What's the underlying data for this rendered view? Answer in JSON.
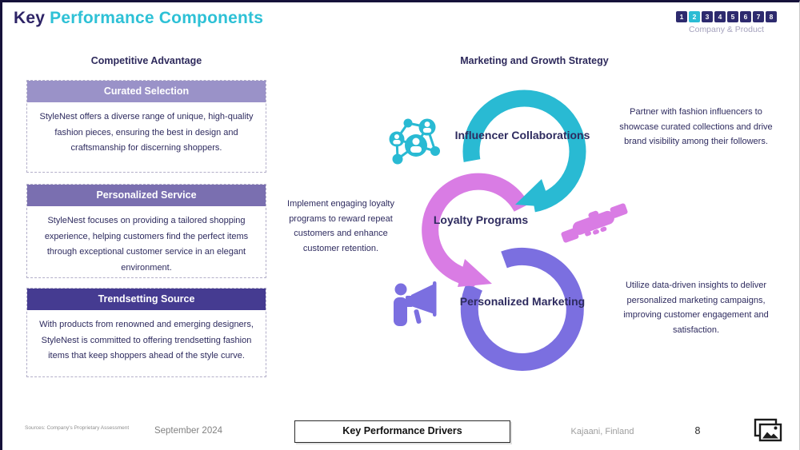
{
  "title": {
    "prefix": "Key",
    "highlight": "Performance Components"
  },
  "pagination": {
    "pages": [
      "1",
      "2",
      "3",
      "4",
      "5",
      "6",
      "7",
      "8"
    ],
    "active_page": "2",
    "label": "Company & Product"
  },
  "left_column": {
    "heading": "Competitive Advantage",
    "cards": [
      {
        "title": "Curated Selection",
        "body": "StyleNest offers a diverse range of unique, high-quality fashion pieces, ensuring the best in design and craftsmanship for discerning shoppers.",
        "header_color": "#9a92c8"
      },
      {
        "title": "Personalized Service",
        "body": "StyleNest focuses on providing a tailored shopping experience, helping customers find the perfect items through exceptional customer service in an elegant environment.",
        "header_color": "#7a6fb0"
      },
      {
        "title": "Trendsetting Source",
        "body": "With products from renowned and emerging designers, StyleNest is committed to offering trendsetting fashion items that keep shoppers ahead of the style curve.",
        "header_color": "#453b91"
      }
    ]
  },
  "right_column": {
    "heading": "Marketing and Growth Strategy",
    "cycle": [
      {
        "label": "Influencer Collaborations",
        "description": "Partner with fashion influencers to showcase curated collections and drive brand visibility among their followers.",
        "color": "#29bad3",
        "icon": "network-people-icon"
      },
      {
        "label": "Loyalty Programs",
        "description": "Implement engaging loyalty programs to reward repeat customers and enhance customer retention.",
        "color": "#d97ce4",
        "icon": "handshake-icon"
      },
      {
        "label": "Personalized Marketing",
        "description": "Utilize data-driven insights to deliver personalized marketing campaigns, improving customer engagement and satisfaction.",
        "color": "#7b6fe0",
        "icon": "megaphone-person-icon"
      }
    ]
  },
  "footer": {
    "sources": "Sources: Company's Proprietary Assessment",
    "date": "September 2024",
    "button_label": "Key Performance Drivers",
    "location": "Kajaani, Finland",
    "page_number": "8",
    "image_icon": "photos-icon"
  },
  "colors": {
    "title_dark": "#2d2366",
    "title_teal": "#2ec1d6",
    "body_text": "#2e2b5f",
    "pagination_active": "#2bbcd4",
    "pagination_inactive": "#2d2a6e",
    "cycle_teal": "#29bad3",
    "cycle_magenta": "#d97ce4",
    "cycle_purple": "#7b6fe0"
  }
}
